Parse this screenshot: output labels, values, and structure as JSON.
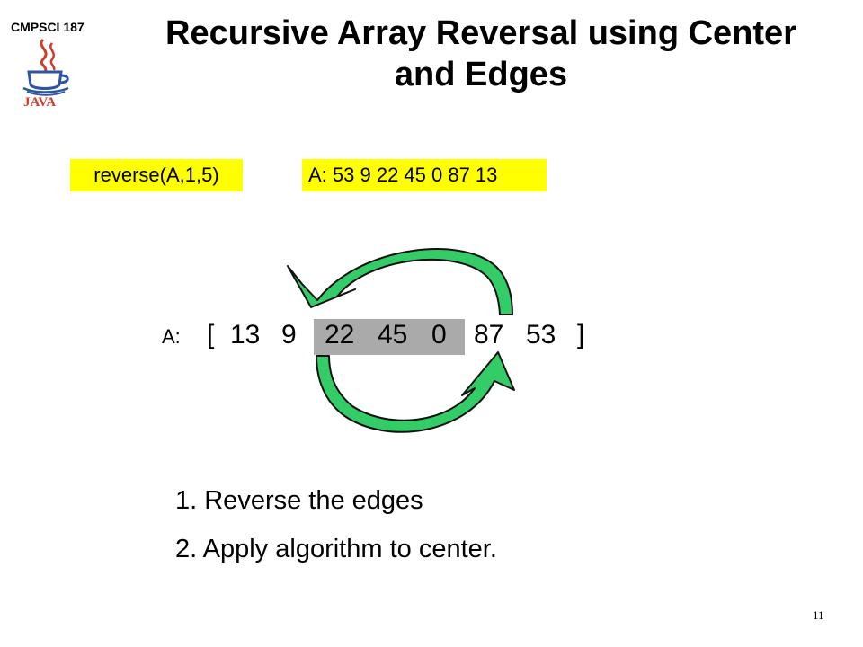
{
  "header": {
    "course": "CMPSCI 187",
    "title_line1": "Recursive Array Reversal using Center",
    "title_line2": "and Edges",
    "logo_icon": "java-logo-icon",
    "logo_text": "JAVA"
  },
  "call_tag": {
    "text": "reverse(A,1,5)",
    "color": "#ffff00"
  },
  "array_tag": {
    "text": "A: 53 9 22 45 0 87 13",
    "color": "#ffff00"
  },
  "array": {
    "label": "A:",
    "open_bracket": "[",
    "close_bracket": "]",
    "values": [
      "13",
      "9",
      "22",
      "45",
      "0",
      "87",
      "53"
    ],
    "highlight_color": "#aaaaaa",
    "arrow_color": "#33cc66"
  },
  "steps": [
    "1.  Reverse the edges",
    "2.  Apply algorithm to center."
  ],
  "slide_number": "11"
}
